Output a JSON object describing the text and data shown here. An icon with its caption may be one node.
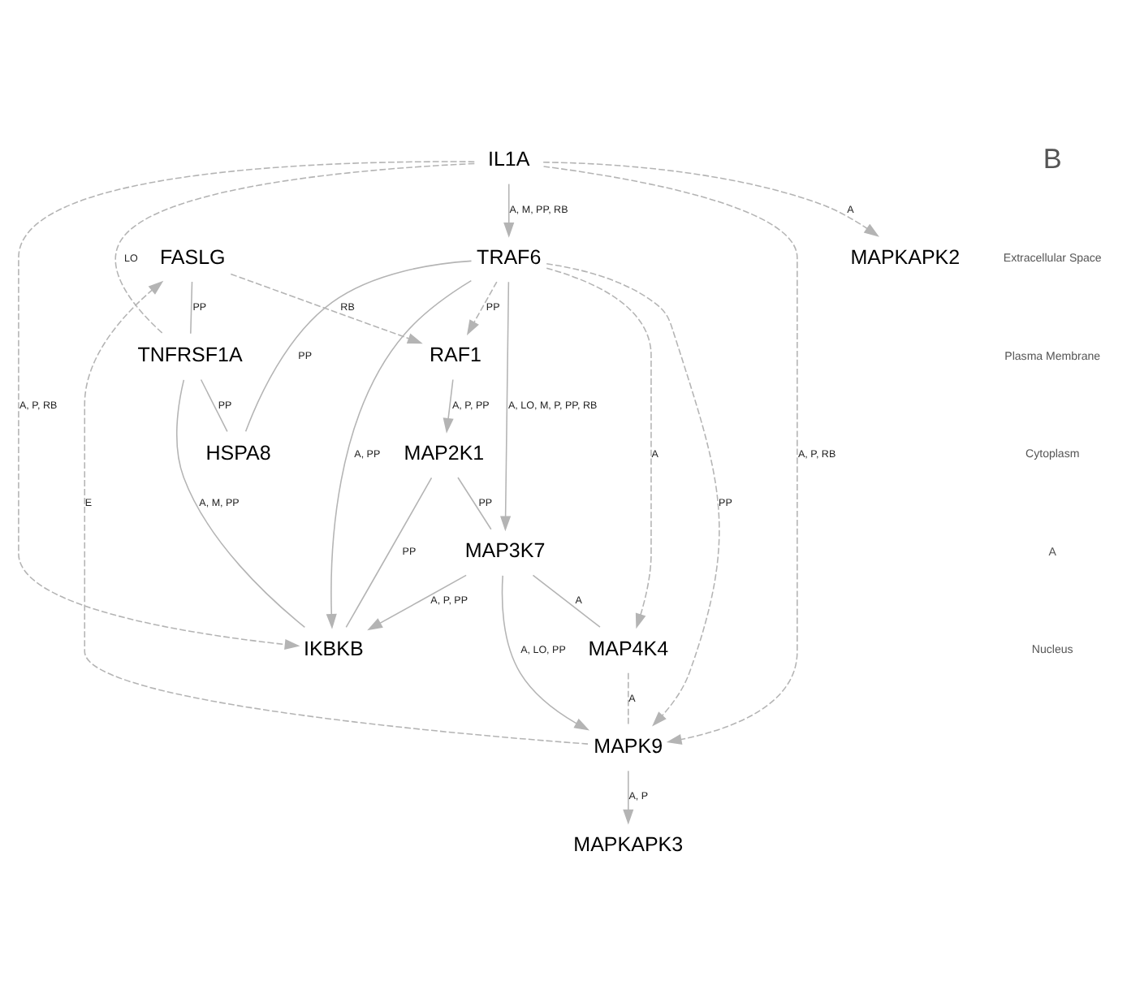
{
  "diagram": {
    "nodes": [
      {
        "text": [
          "FASLG"
        ]
      },
      {
        "text": [
          "IL1A"
        ]
      },
      {
        "text": [
          "TNFRSF1A"
        ]
      },
      {
        "text": [
          "IKBKB"
        ]
      },
      {
        "text": [
          "RAF1"
        ]
      },
      {
        "text": [
          "HSPA8"
        ]
      },
      {
        "text": [
          "TRAF6"
        ]
      },
      {
        "text": [
          "MAP2K1"
        ]
      },
      {
        "text": [
          "MAP3K7"
        ]
      },
      {
        "text": [
          "MAP4K4"
        ]
      },
      {
        "text": [
          "MAPK9"
        ]
      },
      {
        "text": [
          "MAPKAPK2"
        ]
      },
      {
        "text": [
          "MAPKAPK3"
        ]
      }
    ],
    "edges": [
      {
        "from": 0,
        "to": 2,
        "arrow": "none",
        "label": "PP"
      },
      {
        "from": 0,
        "to": 4,
        "arrow": "to",
        "label": "RB",
        "style": "dashed"
      },
      {
        "from": 10,
        "to": 0,
        "arrow": "to",
        "label": "E",
        "style": "dashed"
      },
      {
        "from": 1,
        "to": 2,
        "arrow": "none",
        "label": "LO",
        "style": "dashed"
      },
      {
        "from": 2,
        "to": 3,
        "arrow": "none",
        "label": "A, M, PP"
      },
      {
        "from": 1,
        "to": 3,
        "arrow": "to",
        "label": "A, P, RB",
        "style": "dashed"
      },
      {
        "from": 1,
        "to": 6,
        "arrow": "to",
        "label": "A, M, PP, RB"
      },
      {
        "from": 1,
        "to": 10,
        "arrow": "to",
        "label": "A, P, RB",
        "style": "dashed"
      },
      {
        "from": 1,
        "to": 11,
        "arrow": "to",
        "label": "A",
        "style": "dashed"
      },
      {
        "from": 2,
        "to": 5,
        "arrow": "none",
        "label": "PP"
      },
      {
        "from": 6,
        "to": 4,
        "arrow": "to",
        "label": "PP",
        "style": "dashed"
      },
      {
        "from": 4,
        "to": 7,
        "arrow": "to",
        "label": "A, P, PP"
      },
      {
        "from": 7,
        "to": 3,
        "arrow": "none",
        "label": "PP"
      },
      {
        "from": 6,
        "to": 5,
        "arrow": "none",
        "label": "PP"
      },
      {
        "from": 6,
        "to": 3,
        "arrow": "to",
        "label": "A, PP"
      },
      {
        "from": 8,
        "to": 3,
        "arrow": "to",
        "label": "A, P, PP"
      },
      {
        "from": 7,
        "to": 8,
        "arrow": "none",
        "label": "PP"
      },
      {
        "from": 6,
        "to": 8,
        "arrow": "to",
        "label": "A, LO, M, P, PP, RB"
      },
      {
        "from": 8,
        "to": 10,
        "arrow": "to",
        "label": "A, LO, PP"
      },
      {
        "from": 6,
        "to": 10,
        "arrow": "to",
        "label": "PP",
        "style": "dashed"
      },
      {
        "from": 8,
        "to": 9,
        "arrow": "none",
        "label": "A"
      },
      {
        "from": 6,
        "to": 9,
        "arrow": "to",
        "label": "A",
        "style": "dashed"
      },
      {
        "from": 9,
        "to": 10,
        "arrow": "none",
        "label": "A",
        "style": "dashed"
      },
      {
        "from": 10,
        "to": 12,
        "arrow": "to",
        "label": "A, P"
      }
    ],
    "labels": [
      "B",
      "Extracellular Space",
      "Plasma Membrane",
      "Cytoplasm",
      "A",
      "Nucleus"
    ]
  }
}
